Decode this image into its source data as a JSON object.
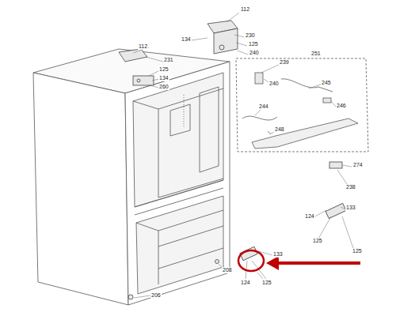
{
  "diagram": {
    "labels": [
      "112",
      "230",
      "125",
      "134",
      "240",
      "112",
      "231",
      "125",
      "134",
      "260",
      "251",
      "239",
      "240",
      "245",
      "244",
      "246",
      "248",
      "274",
      "238",
      "133",
      "124",
      "125",
      "125",
      "133",
      "208",
      "124",
      "125",
      "206"
    ]
  }
}
